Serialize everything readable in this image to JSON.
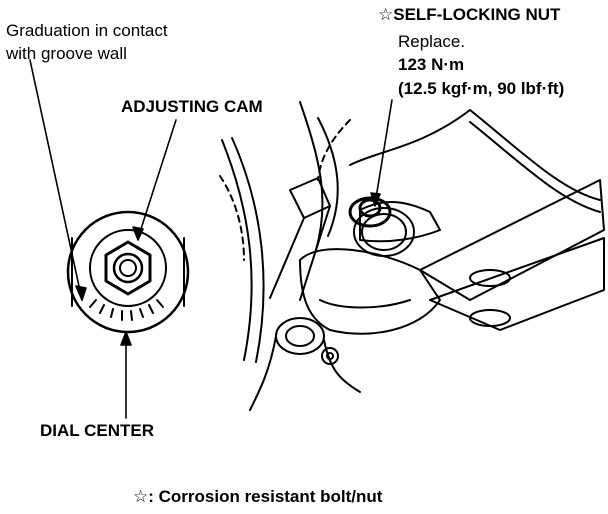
{
  "labels": {
    "graduation_line1": "Graduation in contact",
    "graduation_line2": "with groove wall",
    "adjusting_cam": "ADJUSTING CAM",
    "dial_center": "DIAL CENTER",
    "nut_title": "☆SELF-LOCKING NUT",
    "replace": "Replace.",
    "torque": "123 N·m",
    "torque_alt": "(12.5 kgf·m, 90 lbf·ft)",
    "footnote": "☆: Corrosion resistant bolt/nut"
  },
  "colors": {
    "ink": "#000000",
    "paper": "#ffffff"
  }
}
